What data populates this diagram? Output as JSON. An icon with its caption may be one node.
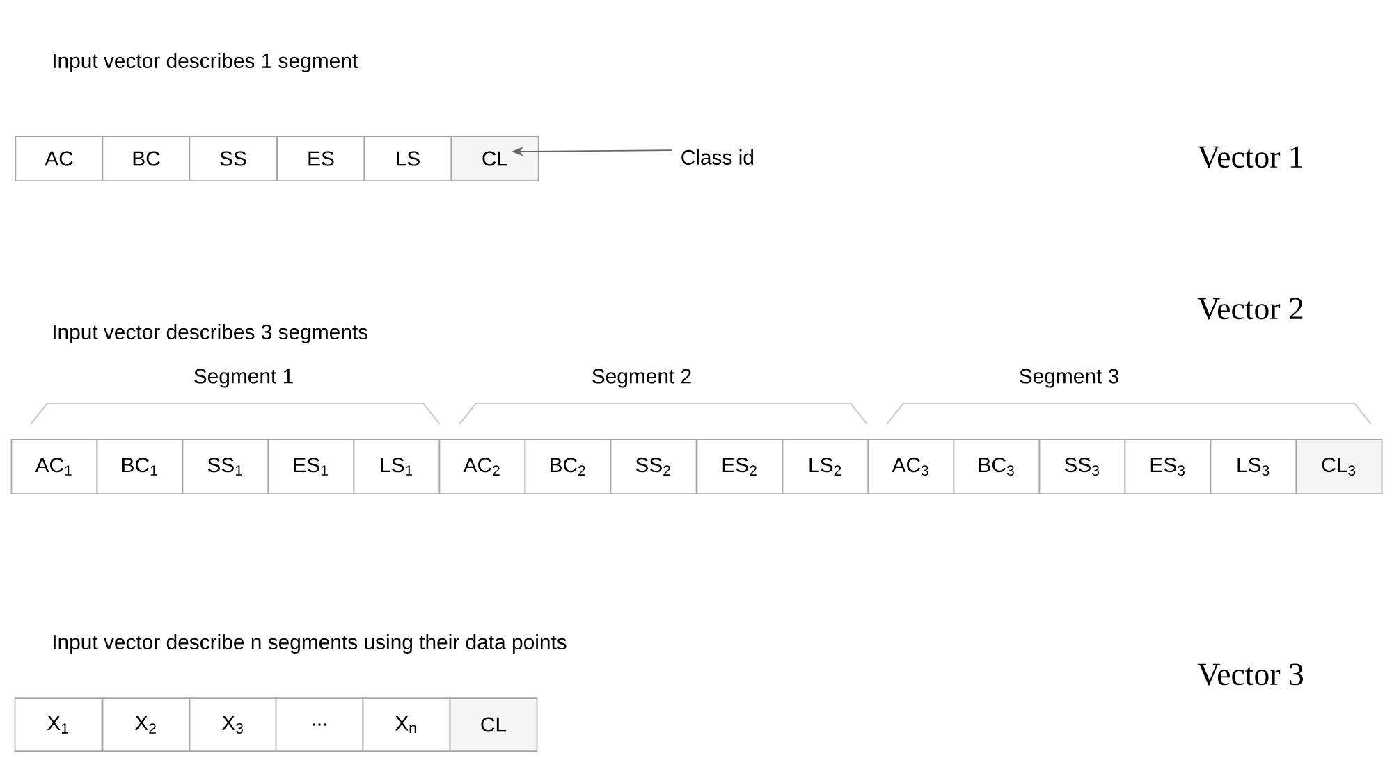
{
  "diagram": {
    "nodes": [
      {
        "text": [
          "AC"
        ]
      },
      {
        "text": [
          "BC"
        ]
      },
      {
        "text": [
          "SS"
        ]
      },
      {
        "text": [
          "ES"
        ]
      },
      {
        "text": [
          "LS"
        ]
      },
      {
        "text": [
          "CL"
        ]
      },
      {
        "text": [
          "Class id"
        ]
      },
      {
        "text": [
          "AC$_{1}$"
        ]
      },
      {
        "text": [
          "BC$_{1}$"
        ]
      },
      {
        "text": [
          "SS$_{1}$"
        ]
      },
      {
        "text": [
          "ES$_{1}$"
        ]
      },
      {
        "text": [
          "LS$_{1}$"
        ]
      },
      {
        "text": [
          "AC$_{2}$"
        ]
      },
      {
        "text": [
          "BC$_{2}$"
        ]
      },
      {
        "text": [
          "SS$_{2}$"
        ]
      },
      {
        "text": [
          "ES$_{2}$"
        ]
      },
      {
        "text": [
          "LS$_{2}$"
        ]
      },
      {
        "text": [
          "AC$_{3}$"
        ]
      },
      {
        "text": [
          "BC$_{3}$"
        ]
      },
      {
        "text": [
          "SS$_{3}$"
        ]
      },
      {
        "text": [
          "ES$_{3}$"
        ]
      },
      {
        "text": [
          "LS$_{3}$"
        ]
      },
      {
        "text": [
          "CL$_{3}$"
        ]
      },
      {
        "text": [
          "X$_{1}$"
        ]
      },
      {
        "text": [
          "X$_{2}$"
        ]
      },
      {
        "text": [
          "X$_{3}$"
        ]
      },
      {
        "text": [
          "..."
        ]
      },
      {
        "text": [
          "X$_{n}$"
        ]
      },
      {
        "text": [
          "CL"
        ]
      }
    ],
    "edges": [
      {
        "from": 6,
        "to": 5,
        "arrow": "to"
      }
    ],
    "labels": [
      "Input vector describes 1 segment",
      "Vector 1",
      "Vector 2",
      "Input vector describes 3 segments",
      "Segment 1",
      "Segment 2",
      "Segment 3",
      "Input vector describe n segments using their data points",
      "Vector 3"
    ]
  }
}
